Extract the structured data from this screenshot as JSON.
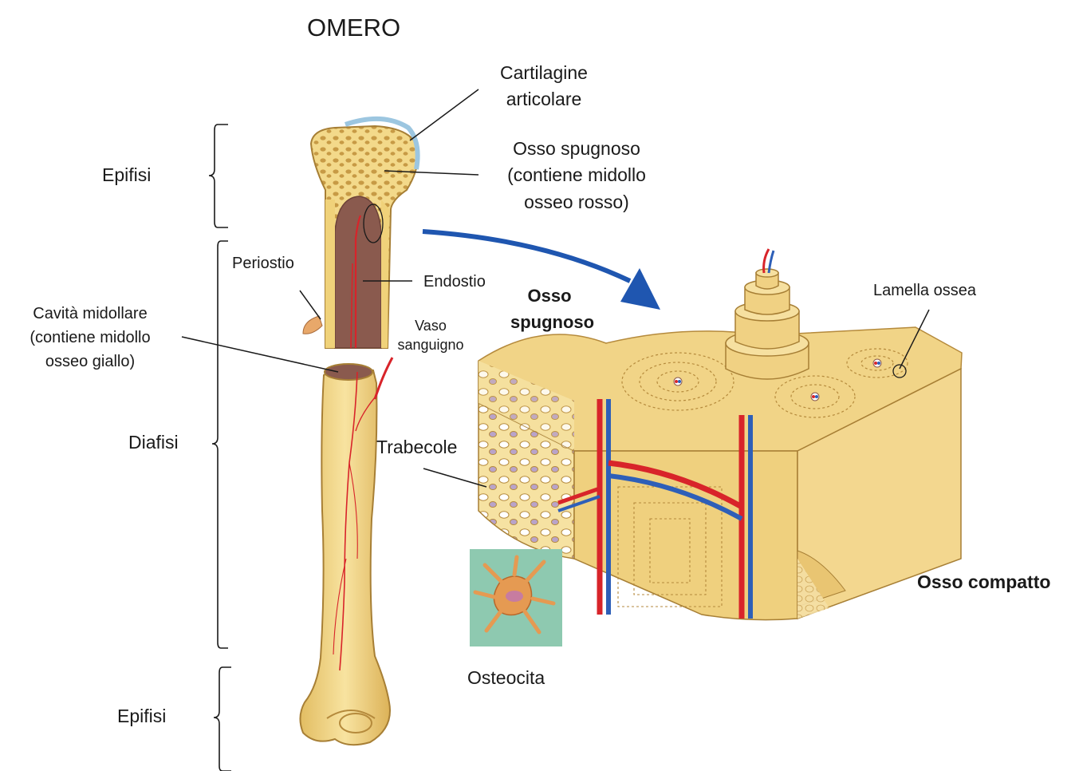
{
  "title": "OMERO",
  "labels": {
    "epifisi_top": "Epifisi",
    "diafisi": "Diafisi",
    "epifisi_bottom": "Epifisi",
    "cartilagine": [
      "Cartilagine",
      "articolare"
    ],
    "osso_spugnoso_desc": [
      "Osso spugnoso",
      "(contiene midollo",
      "osseo  rosso)"
    ],
    "periostio": "Periostio",
    "endostio": "Endostio",
    "cavita": [
      "Cavità midollare",
      "(contiene midollo",
      "osseo giallo)"
    ],
    "vaso": [
      "Vaso",
      "sanguigno"
    ],
    "osso_spugnoso_bold": [
      "Osso",
      "spugnoso"
    ],
    "lamella": "Lamella ossea",
    "trabecole": "Trabecole",
    "osso_compatto": "Osso compatto",
    "osteocita": "Osteocita"
  },
  "colors": {
    "bone": "#f3d98a",
    "bone_dark": "#d9b45c",
    "bone_light": "#fbecb8",
    "cartilage": "#9cc6e0",
    "marrow": "#8a5a4e",
    "artery": "#d8242a",
    "vein": "#2e5fb8",
    "arrow": "#1f56b0",
    "osteocyte_bg": "#8ec9b0",
    "line": "#1a1a1a"
  }
}
